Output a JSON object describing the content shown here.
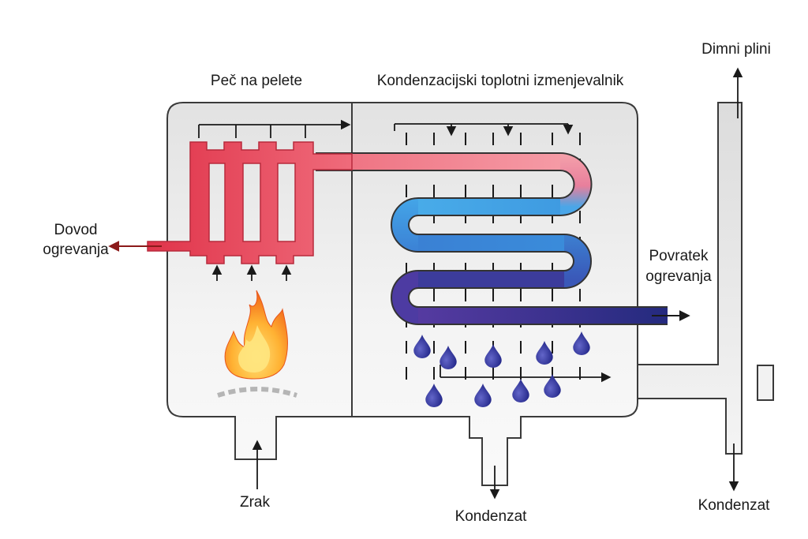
{
  "labels": {
    "pellet_stove": "Peč na pelete",
    "heat_exchanger": "Kondenzacijski toplotni izmenjevalnik",
    "flue_gas": "Dimni plini",
    "supply_line1": "Dovod",
    "supply_line2": "ogrevanja",
    "return_line1": "Povratek",
    "return_line2": "ogrevanja",
    "air": "Zrak",
    "condensate_main": "Kondenzat",
    "condensate_chimney": "Kondenzat"
  },
  "colors": {
    "housing_fill": "#e9e9e9",
    "outline": "#3a3a3a",
    "hot": "#e2394f",
    "hot_light": "#f4909a",
    "cool": "#3aa3e6",
    "cold": "#2b2a86",
    "droplet": "#2e2f94",
    "supply_arrow": "#8b1a1a",
    "grate": "#b5b5b5"
  },
  "icons": [
    "flame-icon",
    "droplet-icon"
  ]
}
